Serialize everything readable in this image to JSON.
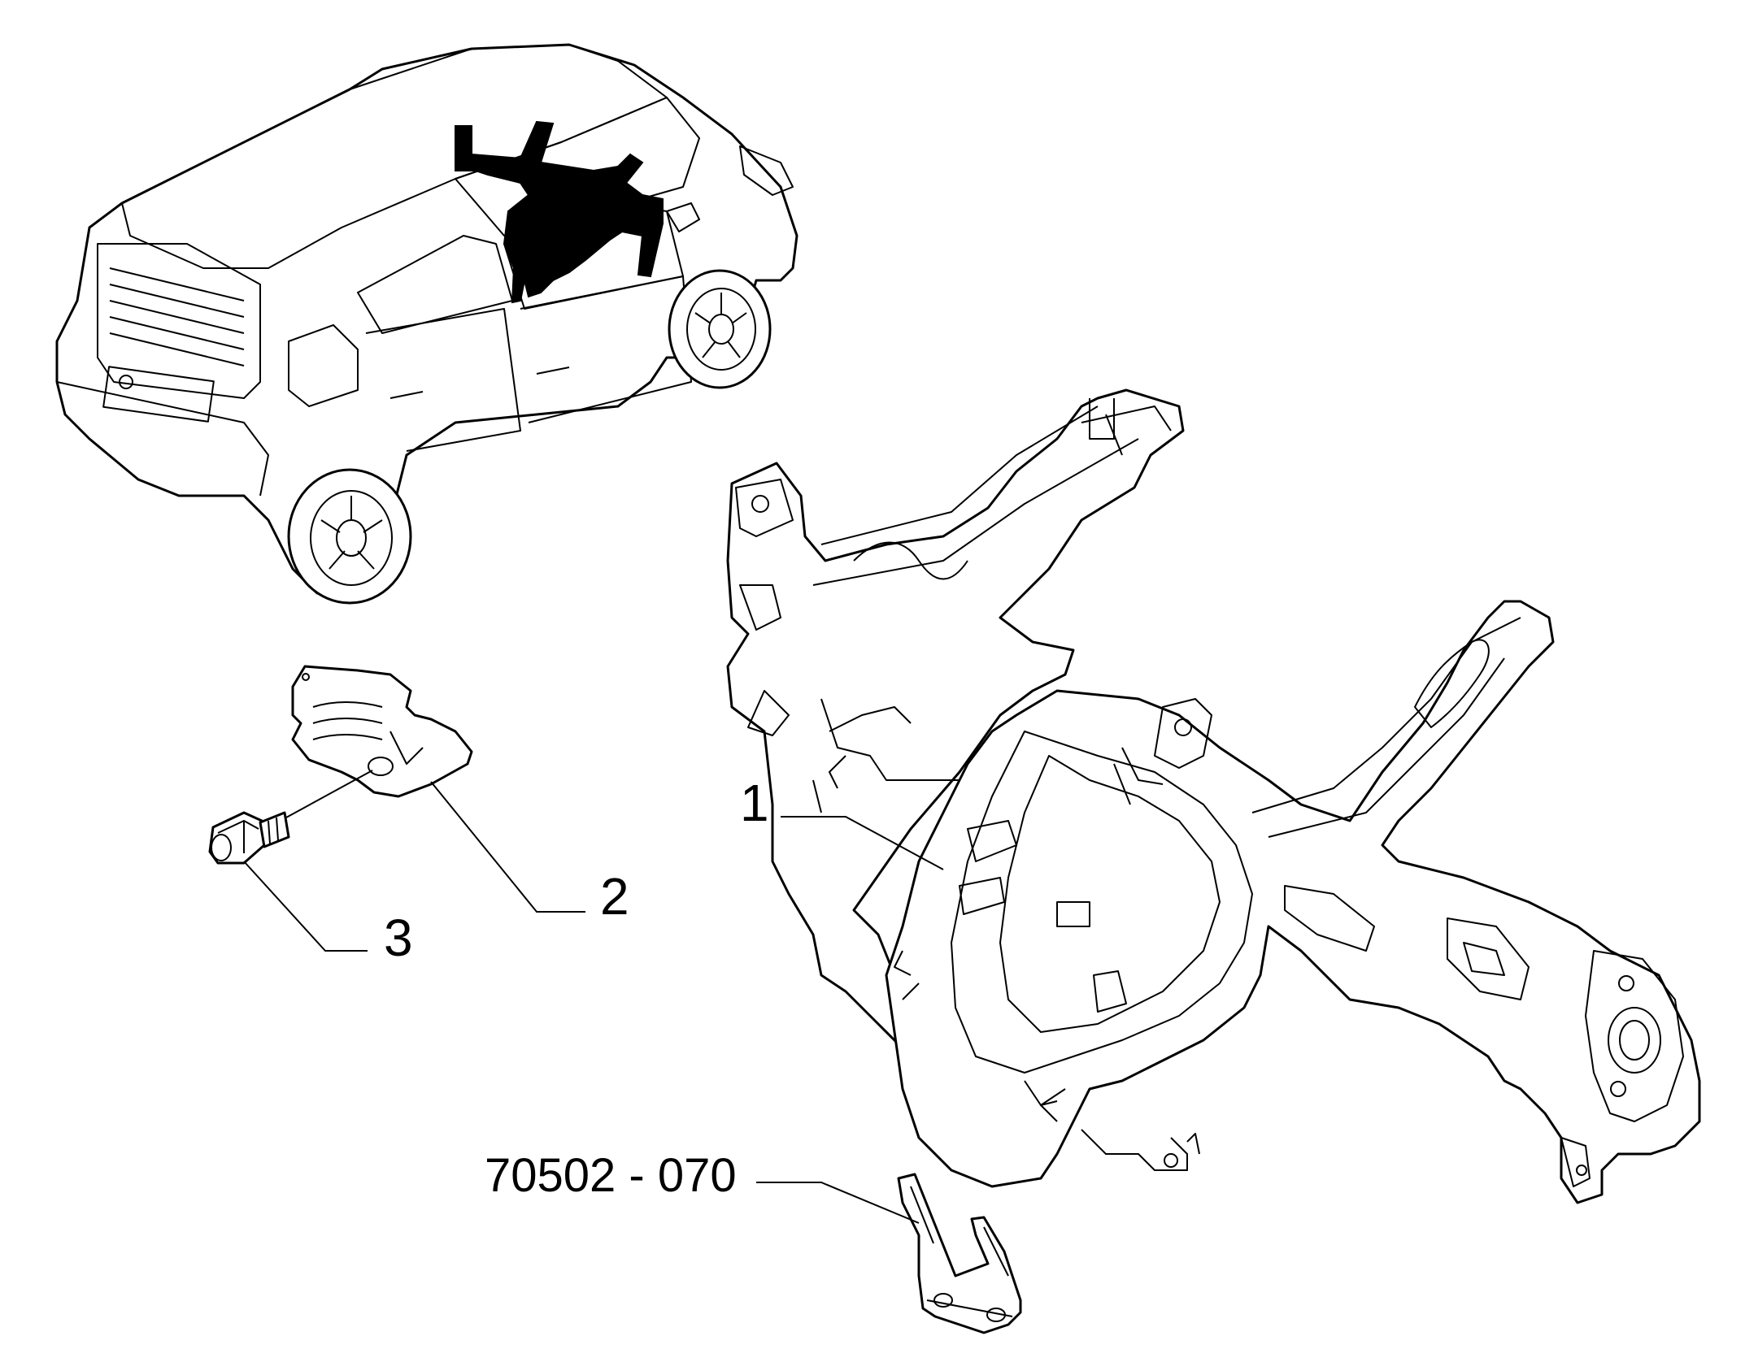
{
  "diagram": {
    "callouts": [
      {
        "id": "1",
        "label": "1"
      },
      {
        "id": "2",
        "label": "2"
      },
      {
        "id": "3",
        "label": "3"
      }
    ],
    "reference": {
      "label": "70502 - 070"
    },
    "colors": {
      "line": "#000000",
      "background": "#ffffff",
      "highlight": "#000000"
    },
    "icons": [
      "car-icon",
      "crossmember-icon",
      "shield-plate-icon",
      "bolt-icon",
      "bracket-icon"
    ]
  }
}
